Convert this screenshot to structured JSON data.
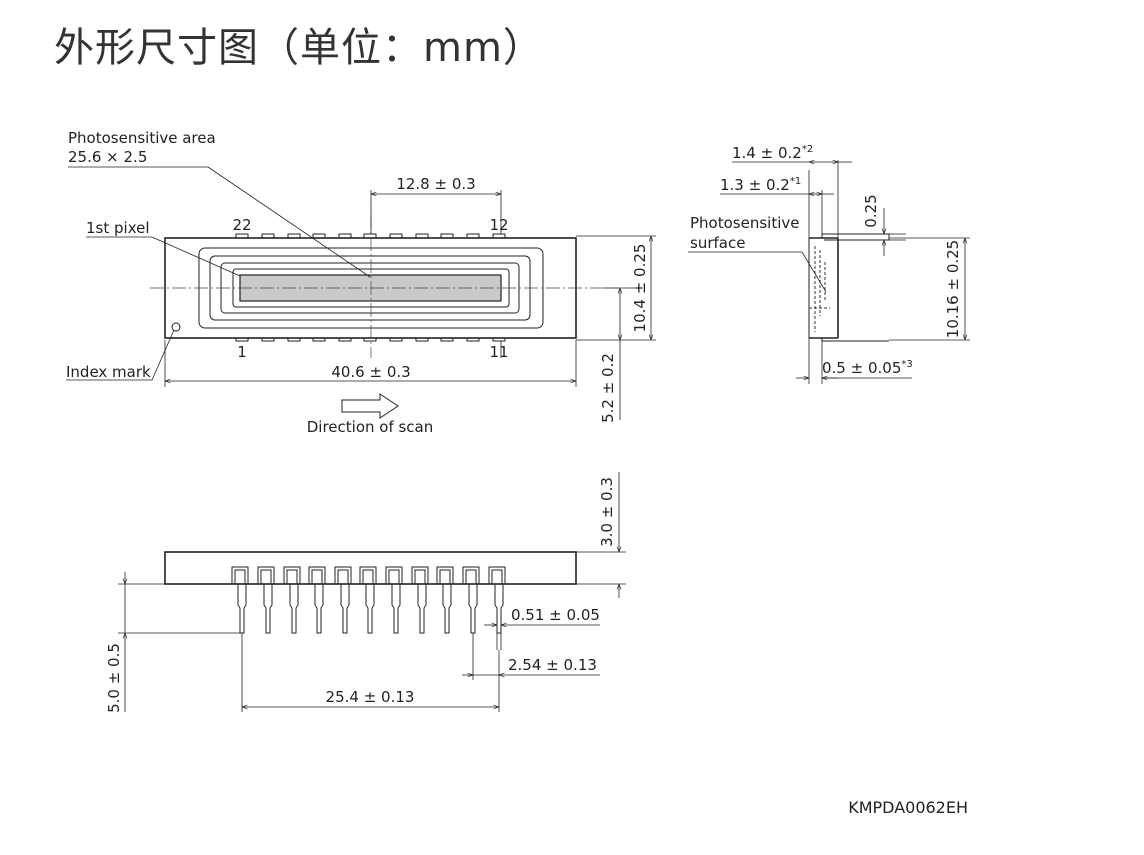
{
  "title": "外形尺寸图（单位：mm）",
  "drawing_code": "KMPDA0062EH",
  "front_view": {
    "photosensitive_area_label": "Photosensitive area",
    "photosensitive_area_size": "25.6 × 2.5",
    "first_pixel_label": "1st pixel",
    "index_mark_label": "Index mark",
    "pin_22": "22",
    "pin_12": "12",
    "pin_1": "1",
    "pin_11": "11",
    "dim_center_offset": "12.8 ± 0.3",
    "dim_length": "40.6 ± 0.3",
    "dim_height": "10.4 ± 0.25",
    "dim_center_height": "5.2 ± 0.2",
    "scan_label": "Direction of scan"
  },
  "side_view": {
    "dim_a": "1.4 ± 0.2",
    "dim_a_note": "*2",
    "dim_b": "1.3 ± 0.2",
    "dim_b_note": "*1",
    "dim_c": "0.25",
    "dim_d": "10.16 ± 0.25",
    "dim_e": "0.5 ± 0.05",
    "dim_e_note": "*3",
    "surface_label_line1": "Photosensitive",
    "surface_label_line2": "surface"
  },
  "bottom_view": {
    "dim_height": "3.0 ± 0.3",
    "dim_pin_width": "0.51 ± 0.05",
    "dim_pitch": "2.54 ± 0.13",
    "dim_span": "25.4 ± 0.13",
    "dim_lead_length": "5.0 ± 0.5"
  }
}
